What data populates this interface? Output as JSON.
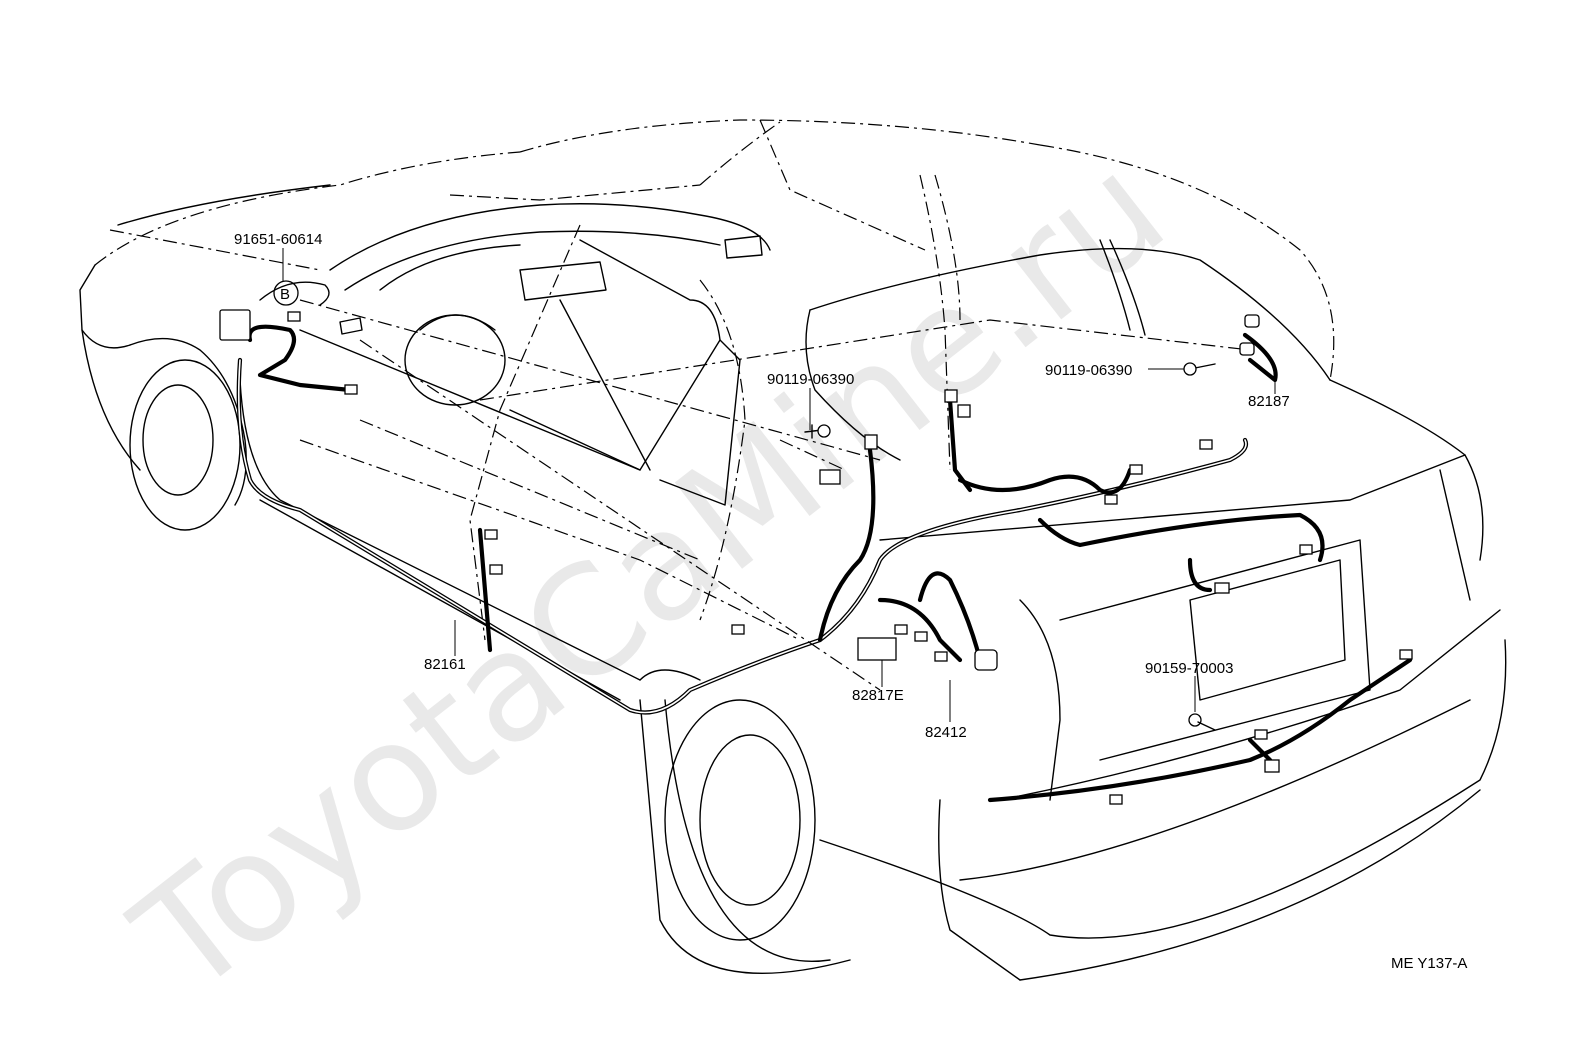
{
  "diagram": {
    "watermark": "ToyotaCaMine.ru",
    "corner_code": "ME Y137-A",
    "callout_letter": "B",
    "parts": [
      {
        "id": "p1",
        "number": "91651-60614"
      },
      {
        "id": "p2",
        "number": "90119-06390"
      },
      {
        "id": "p3",
        "number": "90119-06390"
      },
      {
        "id": "p4",
        "number": "82187"
      },
      {
        "id": "p5",
        "number": "82161"
      },
      {
        "id": "p6",
        "number": "82817E"
      },
      {
        "id": "p7",
        "number": "82412"
      },
      {
        "id": "p8",
        "number": "90159-70003"
      }
    ]
  }
}
